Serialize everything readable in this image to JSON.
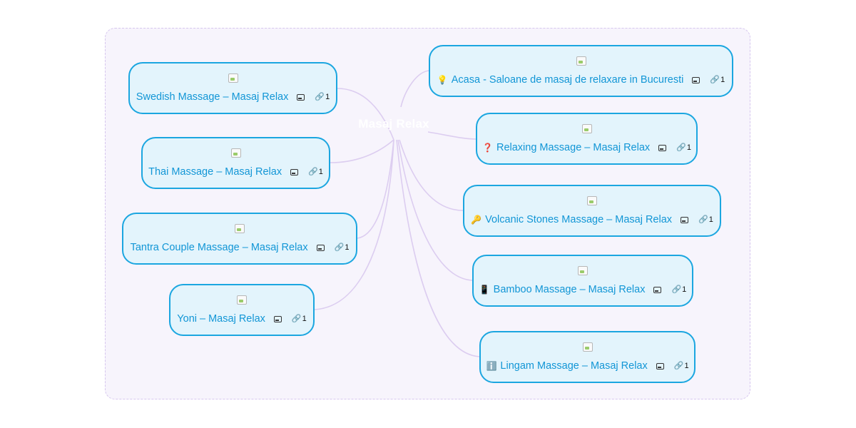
{
  "root": {
    "label": "Masaj Relax"
  },
  "colors": {
    "node_border": "#1ba6e0",
    "node_fill": "#e3f4fc",
    "label": "#1296d6",
    "connector": "#dccdf0",
    "frame": "#d6c6ee"
  },
  "nodes": [
    {
      "label": "Swedish Massage – Masaj Relax",
      "marker": "",
      "marker_icon": "",
      "link_count": "1"
    },
    {
      "label": "Thai Massage – Masaj Relax",
      "marker": "",
      "marker_icon": "",
      "link_count": "1"
    },
    {
      "label": "Tantra Couple Massage – Masaj Relax",
      "marker": "",
      "marker_icon": "",
      "link_count": "1"
    },
    {
      "label": "Yoni – Masaj Relax",
      "marker": "",
      "marker_icon": "",
      "link_count": "1"
    },
    {
      "label": "Acasa - Saloane de masaj de relaxare in Bucuresti",
      "marker": "💡",
      "marker_icon": "lightbulb-icon",
      "link_count": "1"
    },
    {
      "label": "Relaxing Massage – Masaj Relax",
      "marker": "❓",
      "marker_icon": "question-icon",
      "link_count": "1"
    },
    {
      "label": "Volcanic Stones Massage – Masaj Relax",
      "marker": "🔑",
      "marker_icon": "key-icon",
      "link_count": "1"
    },
    {
      "label": "Bamboo Massage – Masaj Relax",
      "marker": "📱",
      "marker_icon": "phone-icon",
      "link_count": "1"
    },
    {
      "label": "Lingam Massage – Masaj Relax",
      "marker": "ℹ️",
      "marker_icon": "info-icon",
      "link_count": "1"
    }
  ]
}
